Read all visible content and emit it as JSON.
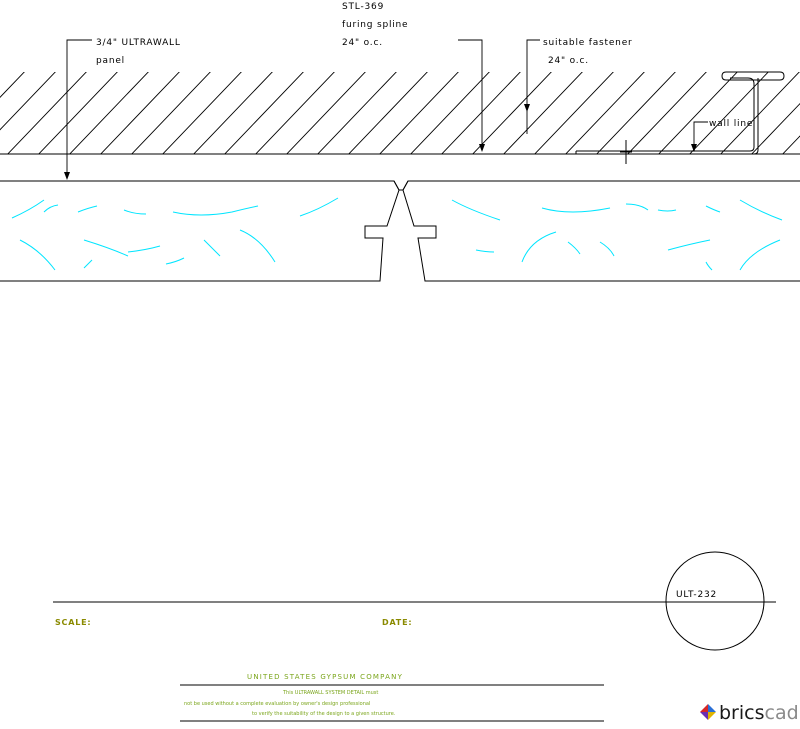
{
  "labels": {
    "spline": [
      "STL-369",
      "furing spline",
      "24\" o.c."
    ],
    "panel": [
      "3/4\" ULTRAWALL",
      "panel"
    ],
    "fastener": [
      "suitable fastener",
      "24\" o.c."
    ],
    "wall_line": "wall line"
  },
  "title_block": {
    "scale_label": "SCALE:",
    "date_label": "DATE:",
    "detail_id": "ULT-232"
  },
  "credit": {
    "company": "UNITED STATES GYPSUM COMPANY",
    "note": [
      "This ULTRAWALL SYSTEM DETAIL must",
      "not be used without a complete evaluation by owner's design professional",
      "to verify the suitability of the design to a given structure."
    ]
  },
  "logo": {
    "text_dark": "brics",
    "text_light": "cad"
  },
  "colors": {
    "line": "#000000",
    "texture": "#00e5ff",
    "title_block_text": "#8a8a00",
    "credit_text": "#7aa51a"
  }
}
